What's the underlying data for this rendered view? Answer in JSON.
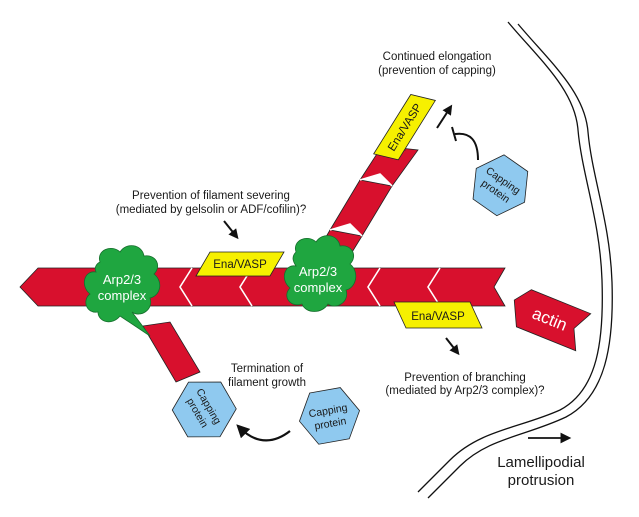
{
  "colors": {
    "actin": "#d8102d",
    "arp23": "#1fa640",
    "ena_vasp": "#f6f000",
    "capping_protein": "#8fc9ef",
    "outline": "#222222",
    "membrane": "#111111"
  },
  "labels": {
    "continued_elongation": [
      "Continued elongation",
      "(prevention of capping)"
    ],
    "prevention_severing": [
      "Prevention of filament severing",
      "(mediated by gelsolin or ADF/cofilin)?"
    ],
    "termination": [
      "Termination of",
      "filament growth"
    ],
    "prevention_branching": [
      "Prevention of branching",
      "(mediated by Arp2/3 complex)?"
    ],
    "lamellipodial": [
      "Lamellipodial",
      "protrusion"
    ]
  },
  "components": {
    "arp23": [
      "Arp2/3",
      "complex"
    ],
    "ena_vasp": "Ena/VASP",
    "capping_protein": [
      "Capping",
      "protein"
    ],
    "actin": "actin"
  }
}
